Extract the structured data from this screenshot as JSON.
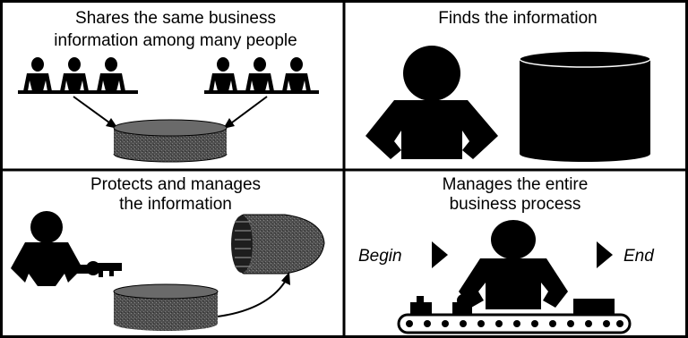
{
  "panels": {
    "top_left": {
      "title_line1": "Shares the same business",
      "title_line2": "information among many people"
    },
    "top_right": {
      "title_line1": "Finds the information"
    },
    "bottom_left": {
      "title_line1": "Protects and manages",
      "title_line2": "the information"
    },
    "bottom_right": {
      "title_line1": "Manages the entire",
      "title_line2": "business process",
      "begin_label": "Begin",
      "end_label": "End"
    }
  },
  "colors": {
    "ink": "#000000",
    "paper": "#ffffff",
    "database_gray": "#5a5a5a"
  }
}
